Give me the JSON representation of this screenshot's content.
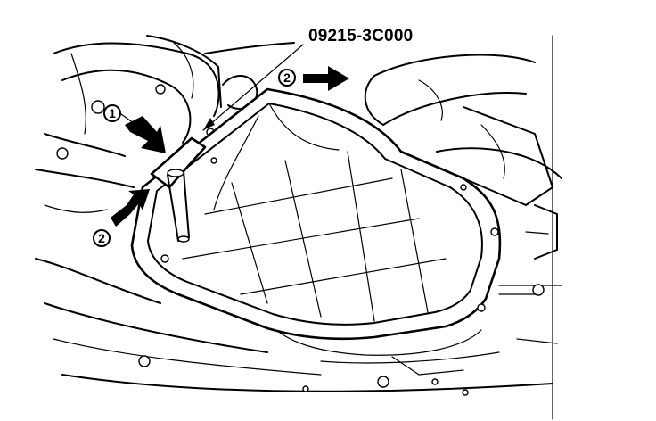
{
  "diagram": {
    "part_number": "09215-3C000",
    "callouts": [
      "1",
      "2",
      "2"
    ]
  }
}
